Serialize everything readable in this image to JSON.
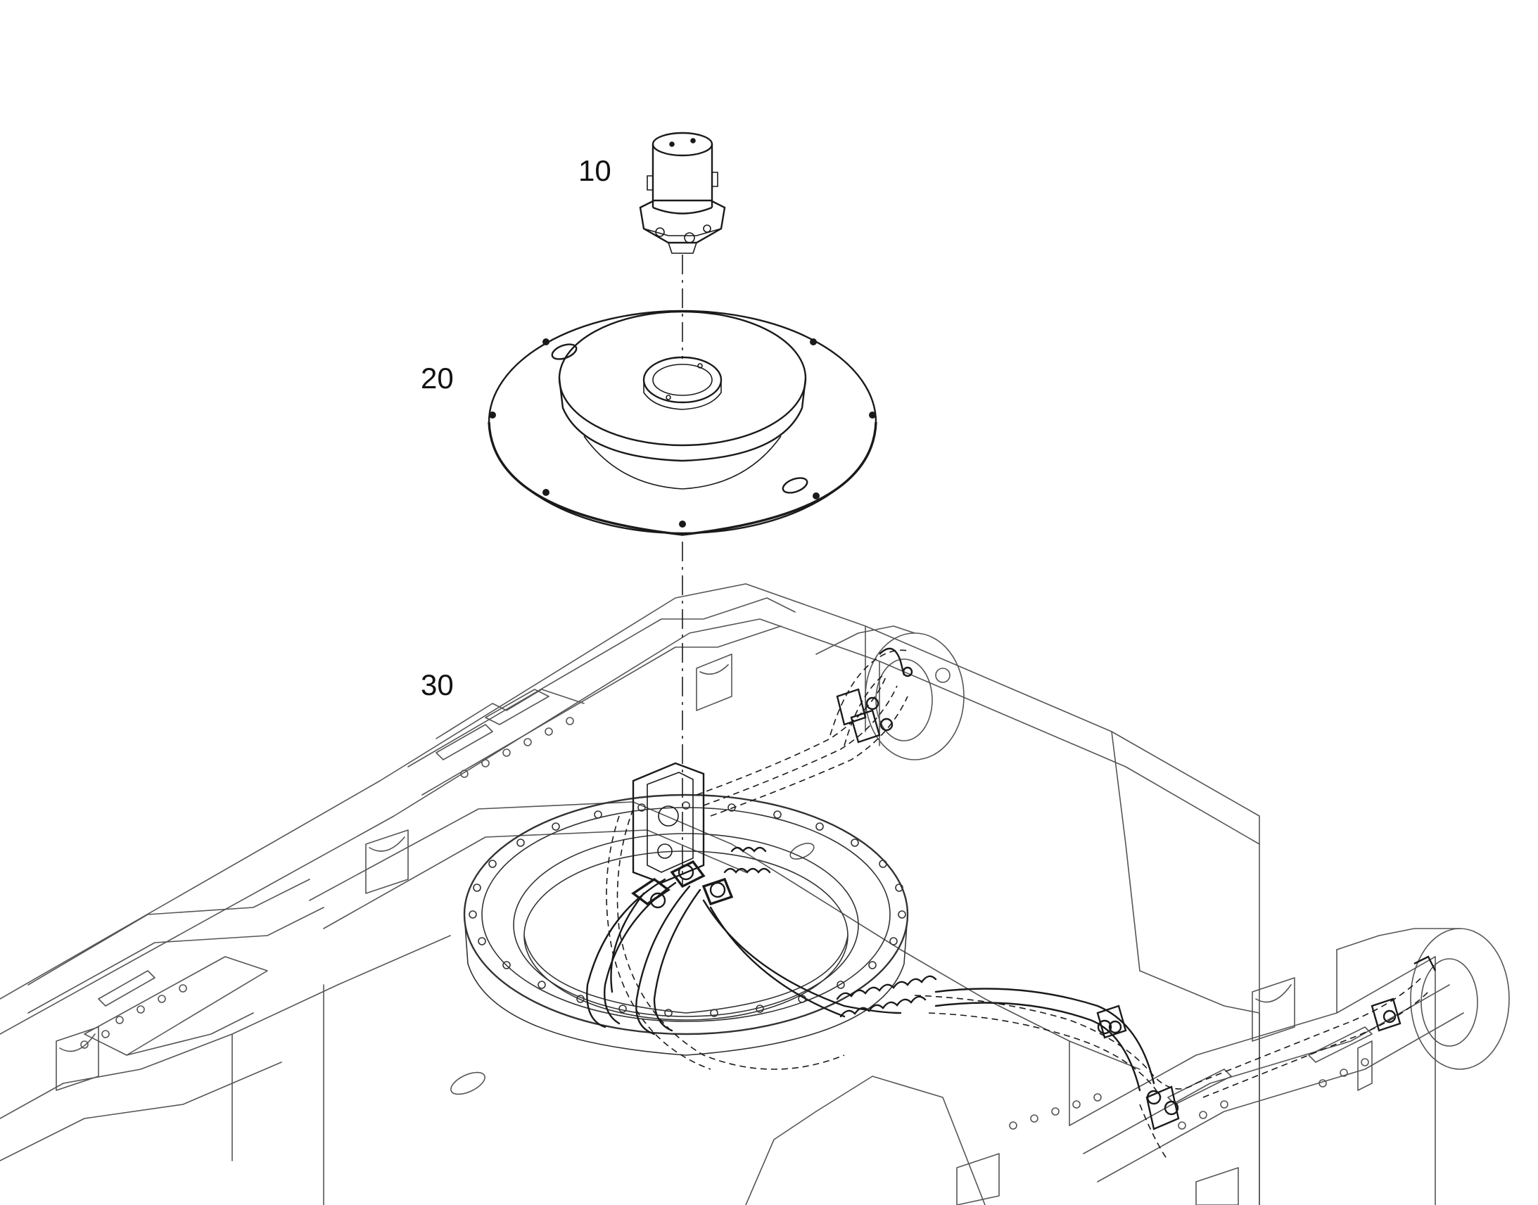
{
  "callouts": [
    {
      "id": "10",
      "label": "10"
    },
    {
      "id": "20",
      "label": "20"
    },
    {
      "id": "30",
      "label": "30"
    }
  ],
  "colors": {
    "background": "#ffffff",
    "line": "#1a1a1a",
    "frame_line": "#555555",
    "text": "#111111"
  }
}
